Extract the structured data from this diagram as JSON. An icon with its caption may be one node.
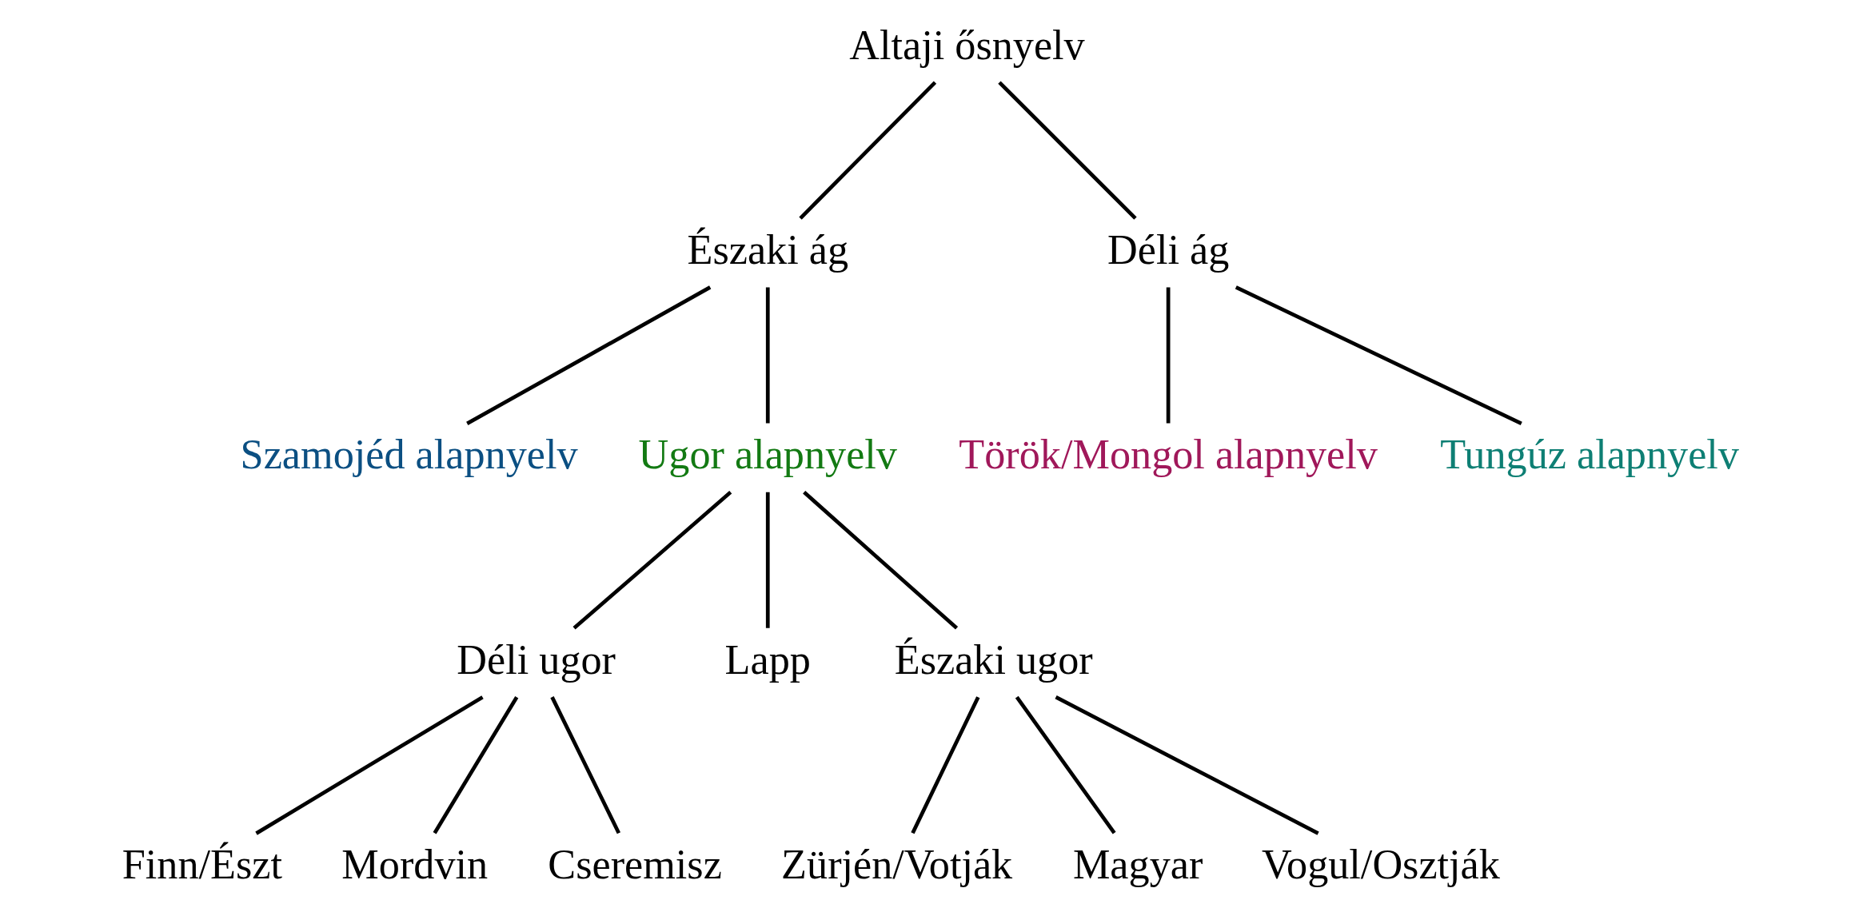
{
  "diagram": {
    "nodes": [
      {
        "text": [
          "Altaji ősnyelv"
        ]
      },
      {
        "text": [
          "Északi ág"
        ]
      },
      {
        "text": [
          "Déli ág"
        ]
      },
      {
        "text": [
          "Szamojéd alapnyelv"
        ]
      },
      {
        "text": [
          "Ugor alapnyelv"
        ]
      },
      {
        "text": [
          "Török/Mongol alapnyelv"
        ]
      },
      {
        "text": [
          "Tungúz alapnyelv"
        ]
      },
      {
        "text": [
          "Déli ugor"
        ]
      },
      {
        "text": [
          "Lapp"
        ]
      },
      {
        "text": [
          "Északi ugor"
        ]
      },
      {
        "text": [
          "Finn/Észt"
        ]
      },
      {
        "text": [
          "Mordvin"
        ]
      },
      {
        "text": [
          "Cseremisz"
        ]
      },
      {
        "text": [
          "Zürjén/Votják"
        ]
      },
      {
        "text": [
          "Magyar"
        ]
      },
      {
        "text": [
          "Vogul/Osztják"
        ]
      }
    ],
    "edges": [
      {
        "from": 0,
        "to": 1,
        "arrow": "none"
      },
      {
        "from": 0,
        "to": 2,
        "arrow": "none"
      },
      {
        "from": 1,
        "to": 3,
        "arrow": "none"
      },
      {
        "from": 1,
        "to": 4,
        "arrow": "none"
      },
      {
        "from": 2,
        "to": 5,
        "arrow": "none"
      },
      {
        "from": 2,
        "to": 6,
        "arrow": "none"
      },
      {
        "from": 4,
        "to": 7,
        "arrow": "none"
      },
      {
        "from": 4,
        "to": 8,
        "arrow": "none"
      },
      {
        "from": 4,
        "to": 9,
        "arrow": "none"
      },
      {
        "from": 7,
        "to": 10,
        "arrow": "none"
      },
      {
        "from": 7,
        "to": 11,
        "arrow": "none"
      },
      {
        "from": 7,
        "to": 12,
        "arrow": "none"
      },
      {
        "from": 9,
        "to": 13,
        "arrow": "none"
      },
      {
        "from": 9,
        "to": 14,
        "arrow": "none"
      },
      {
        "from": 9,
        "to": 15,
        "arrow": "none"
      }
    ]
  }
}
